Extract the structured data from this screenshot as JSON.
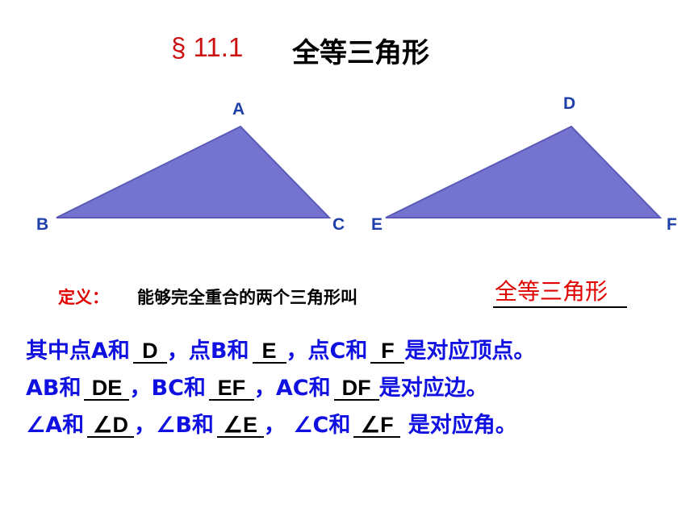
{
  "title": {
    "section": "§ 11.1",
    "text": "全等三角形"
  },
  "colors": {
    "triangle_fill": "#7474d0",
    "triangle_stroke": "#5a5ab8",
    "label_blue": "#1f3faa",
    "text_blue": "#1010e0",
    "accent_red": "#e00000"
  },
  "triangle1": {
    "vertex_a": "A",
    "vertex_b": "B",
    "vertex_c": "C"
  },
  "triangle2": {
    "vertex_d": "D",
    "vertex_e": "E",
    "vertex_f": "F"
  },
  "definition": {
    "label": "定义：",
    "text": "能够完全重合的两个三角形叫",
    "answer": "全等三角形"
  },
  "line1": {
    "t1": "其中点A和",
    "b1": "D",
    "t2": "，点B和",
    "b2": "E",
    "t3": "，点C和",
    "b3": "F",
    "t4": "是对应顶点。"
  },
  "line2": {
    "t1": "AB和",
    "b1": "DE",
    "t2": "，BC和",
    "b2": "EF",
    "t3": "，AC和",
    "b3": "DF",
    "t4": "是对应边。"
  },
  "line3": {
    "t1": "∠A和",
    "b1": "∠D",
    "t2": "，∠B和",
    "b2": "∠E",
    "t3": "，   ∠C和",
    "b3": "∠F",
    "t4": " 是对应角。"
  }
}
